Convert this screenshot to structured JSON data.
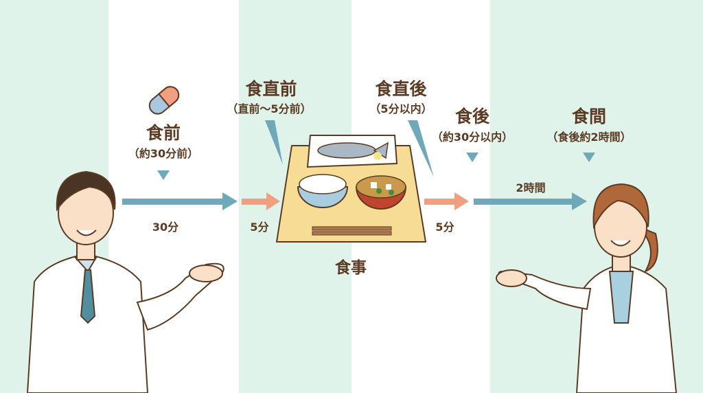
{
  "timing": {
    "before_meal": {
      "title": "食前",
      "detail": "（約30分前）"
    },
    "just_before_meal": {
      "title": "食直前",
      "detail": "（直前〜5分前）"
    },
    "just_after_meal": {
      "title": "食直後",
      "detail": "（5分以内）"
    },
    "after_meal": {
      "title": "食後",
      "detail": "（約30分以内）"
    },
    "between_meals": {
      "title": "食間",
      "detail": "（食後約2時間）"
    }
  },
  "intervals": {
    "before": "30分",
    "just_before": "5分",
    "just_after": "5分",
    "between": "2時間"
  },
  "meal_label": "食事",
  "colors": {
    "background_stripe": "#dff3ea",
    "teal_arrow": "#6fa8b8",
    "orange_arrow": "#f0a080",
    "text": "#5a3a22"
  }
}
